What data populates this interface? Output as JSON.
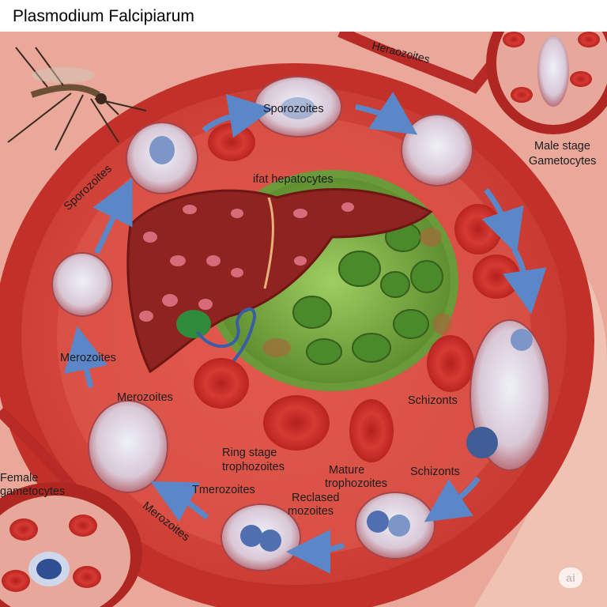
{
  "title": "Plasmodium Falcipiarum",
  "labels": {
    "heraozoites": "Heraozoites",
    "sporozoites_top": "Sporozoites",
    "sporozoites_side": "Sporozoites",
    "male_stage_1": "Male stage",
    "male_stage_2": "Gametocytes",
    "ifat_hepatocytes": "ifat hepatocytes",
    "merozoites_left": "Merozoites",
    "merozoites_mid": "Merozoites",
    "merozoites_bottom": "Merozoites",
    "schizonts_mid": "Schizonts",
    "schizonts_bottom": "Schizonts",
    "ring_stage_1": "Ring stage",
    "ring_stage_2": "trophozoites",
    "mature_1": "Mature",
    "mature_2": "trophozoites",
    "tmerozoites": "Tmerozoites",
    "reclased_1": "Reclased",
    "reclased_2": "mozoites",
    "female_1": "Female",
    "female_2": "gametocytes"
  },
  "badge": "ai",
  "colors": {
    "background": "#e9a89a",
    "cell_red": "#c8302b",
    "liver": "#8e2320",
    "hepatocyte_green": "#8cc157",
    "arrow_blue": "#5b86c8"
  },
  "icons": [
    "mosquito-icon",
    "liver-icon",
    "red-blood-cell-icon",
    "arrow-icon"
  ]
}
